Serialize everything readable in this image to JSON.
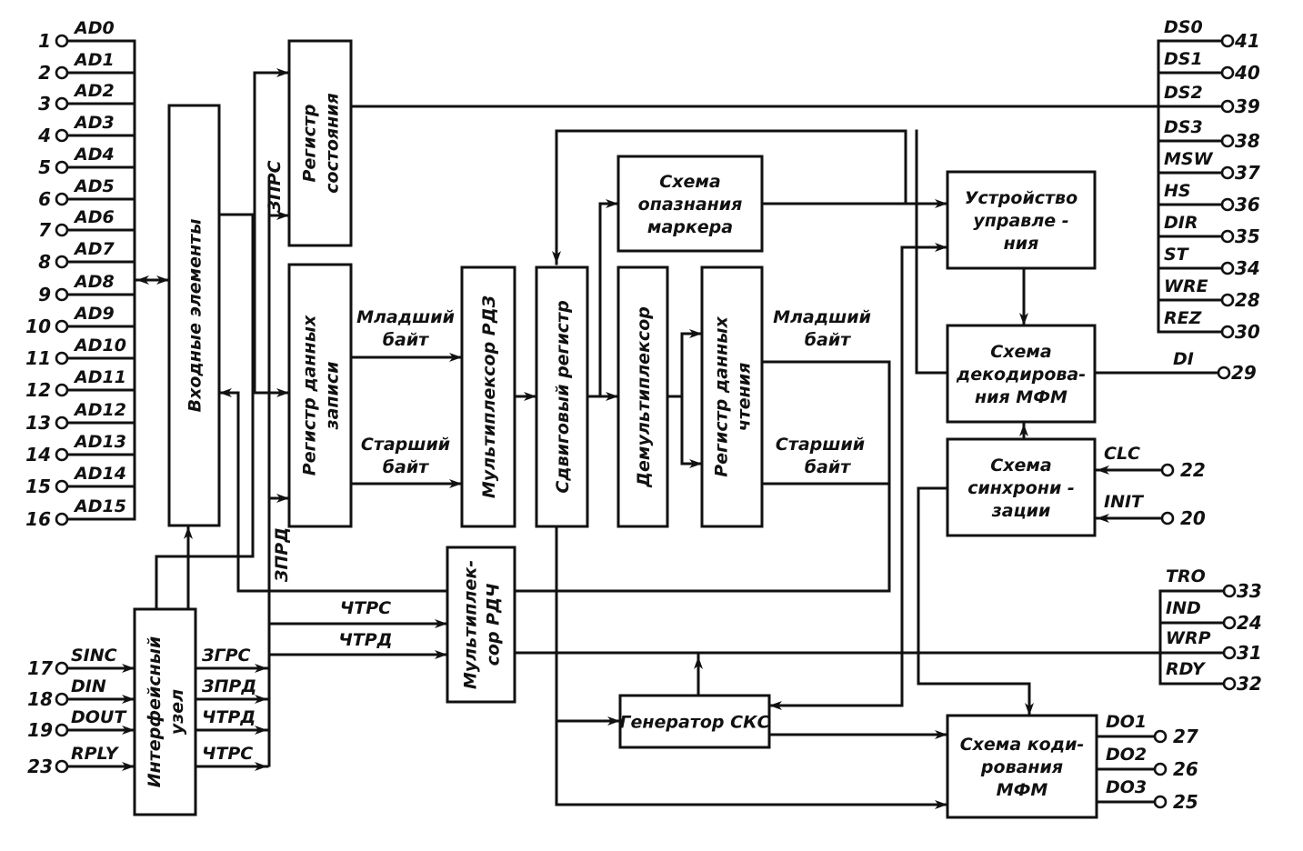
{
  "diagram": {
    "title": "Block diagram of floppy disk controller (MFM)",
    "colors": {
      "ink": "#111111",
      "paper": "#ffffff"
    },
    "blocks": {
      "input_elements": {
        "lines": [
          "Входные элементы"
        ]
      },
      "status_register": {
        "lines": [
          "Регистр",
          "состояния"
        ]
      },
      "write_data_register": {
        "lines": [
          "Регистр данных",
          "записи"
        ]
      },
      "write_mux": {
        "lines": [
          "Мультиплексор РДЗ"
        ]
      },
      "shift_register": {
        "lines": [
          "Сдвиговый регистр"
        ]
      },
      "marker_detect": {
        "lines": [
          "Схема",
          "опазнания",
          "маркера"
        ]
      },
      "demux": {
        "lines": [
          "Демультиплексор"
        ]
      },
      "read_data_register": {
        "lines": [
          "Регистр данных",
          "чтения"
        ]
      },
      "control_unit": {
        "lines": [
          "Устройство",
          "управле -",
          "ния"
        ]
      },
      "mfm_decoder": {
        "lines": [
          "Схема",
          "декодирова-",
          "ния МФМ"
        ]
      },
      "sync_circuit": {
        "lines": [
          "Схема",
          "синхрони -",
          "зации"
        ]
      },
      "interface_unit": {
        "lines": [
          "Интерфейсный",
          "узел"
        ]
      },
      "read_mux": {
        "lines": [
          "Мультиплек-",
          "сор РДЧ"
        ]
      },
      "sks_generator": {
        "lines": [
          "Генератор СКС"
        ]
      },
      "mfm_encoder": {
        "lines": [
          "Схема коди-",
          "рования",
          "МФМ"
        ]
      }
    },
    "labels": {
      "write_low_byte": [
        "Младший",
        "байт"
      ],
      "write_high_byte": [
        "Старший",
        "байт"
      ],
      "read_low_byte": [
        "Младший",
        "байт"
      ],
      "read_high_byte": [
        "Старший",
        "байт"
      ],
      "zprs": "ЗПРС",
      "zprd": "ЗПРД",
      "chtrs": "ЧТРС",
      "chtrd": "ЧТРД"
    },
    "left_bus_pins": [
      {
        "num": "1",
        "signal": "AD0"
      },
      {
        "num": "2",
        "signal": "AD1"
      },
      {
        "num": "3",
        "signal": "AD2"
      },
      {
        "num": "4",
        "signal": "AD3"
      },
      {
        "num": "5",
        "signal": "AD4"
      },
      {
        "num": "6",
        "signal": "AD5"
      },
      {
        "num": "7",
        "signal": "AD6"
      },
      {
        "num": "8",
        "signal": "AD7"
      },
      {
        "num": "9",
        "signal": "AD8"
      },
      {
        "num": "10",
        "signal": "AD9"
      },
      {
        "num": "11",
        "signal": "AD10"
      },
      {
        "num": "12",
        "signal": "AD11"
      },
      {
        "num": "13",
        "signal": "AD12"
      },
      {
        "num": "14",
        "signal": "AD13"
      },
      {
        "num": "15",
        "signal": "AD14"
      },
      {
        "num": "16",
        "signal": "AD15"
      }
    ],
    "interface_pins": [
      {
        "num": "17",
        "signal": "SINC"
      },
      {
        "num": "18",
        "signal": "DIN"
      },
      {
        "num": "19",
        "signal": "DOUT"
      },
      {
        "num": "23",
        "signal": "RPLY"
      }
    ],
    "interface_outputs": [
      "ЗГРС",
      "ЗПРД",
      "ЧТРД",
      "ЧТРС"
    ],
    "right_status_pins": [
      {
        "num": "41",
        "signal": "DS0"
      },
      {
        "num": "40",
        "signal": "DS1"
      },
      {
        "num": "39",
        "signal": "DS2"
      },
      {
        "num": "38",
        "signal": "DS3"
      },
      {
        "num": "37",
        "signal": "MSW"
      },
      {
        "num": "36",
        "signal": "HS"
      },
      {
        "num": "35",
        "signal": "DIR"
      },
      {
        "num": "34",
        "signal": "ST"
      },
      {
        "num": "28",
        "signal": "WRE"
      },
      {
        "num": "30",
        "signal": "REZ"
      }
    ],
    "di_pin": {
      "num": "29",
      "signal": "DI"
    },
    "sync_pins": [
      {
        "num": "22",
        "signal": "CLC"
      },
      {
        "num": "20",
        "signal": "INIT"
      }
    ],
    "drive_status_pins": [
      {
        "num": "33",
        "signal": "TRO"
      },
      {
        "num": "24",
        "signal": "IND"
      },
      {
        "num": "31",
        "signal": "WRP"
      },
      {
        "num": "32",
        "signal": "RDY"
      }
    ],
    "output_pins": [
      {
        "num": "27",
        "signal": "DO1"
      },
      {
        "num": "26",
        "signal": "DO2"
      },
      {
        "num": "25",
        "signal": "DO3"
      }
    ]
  }
}
